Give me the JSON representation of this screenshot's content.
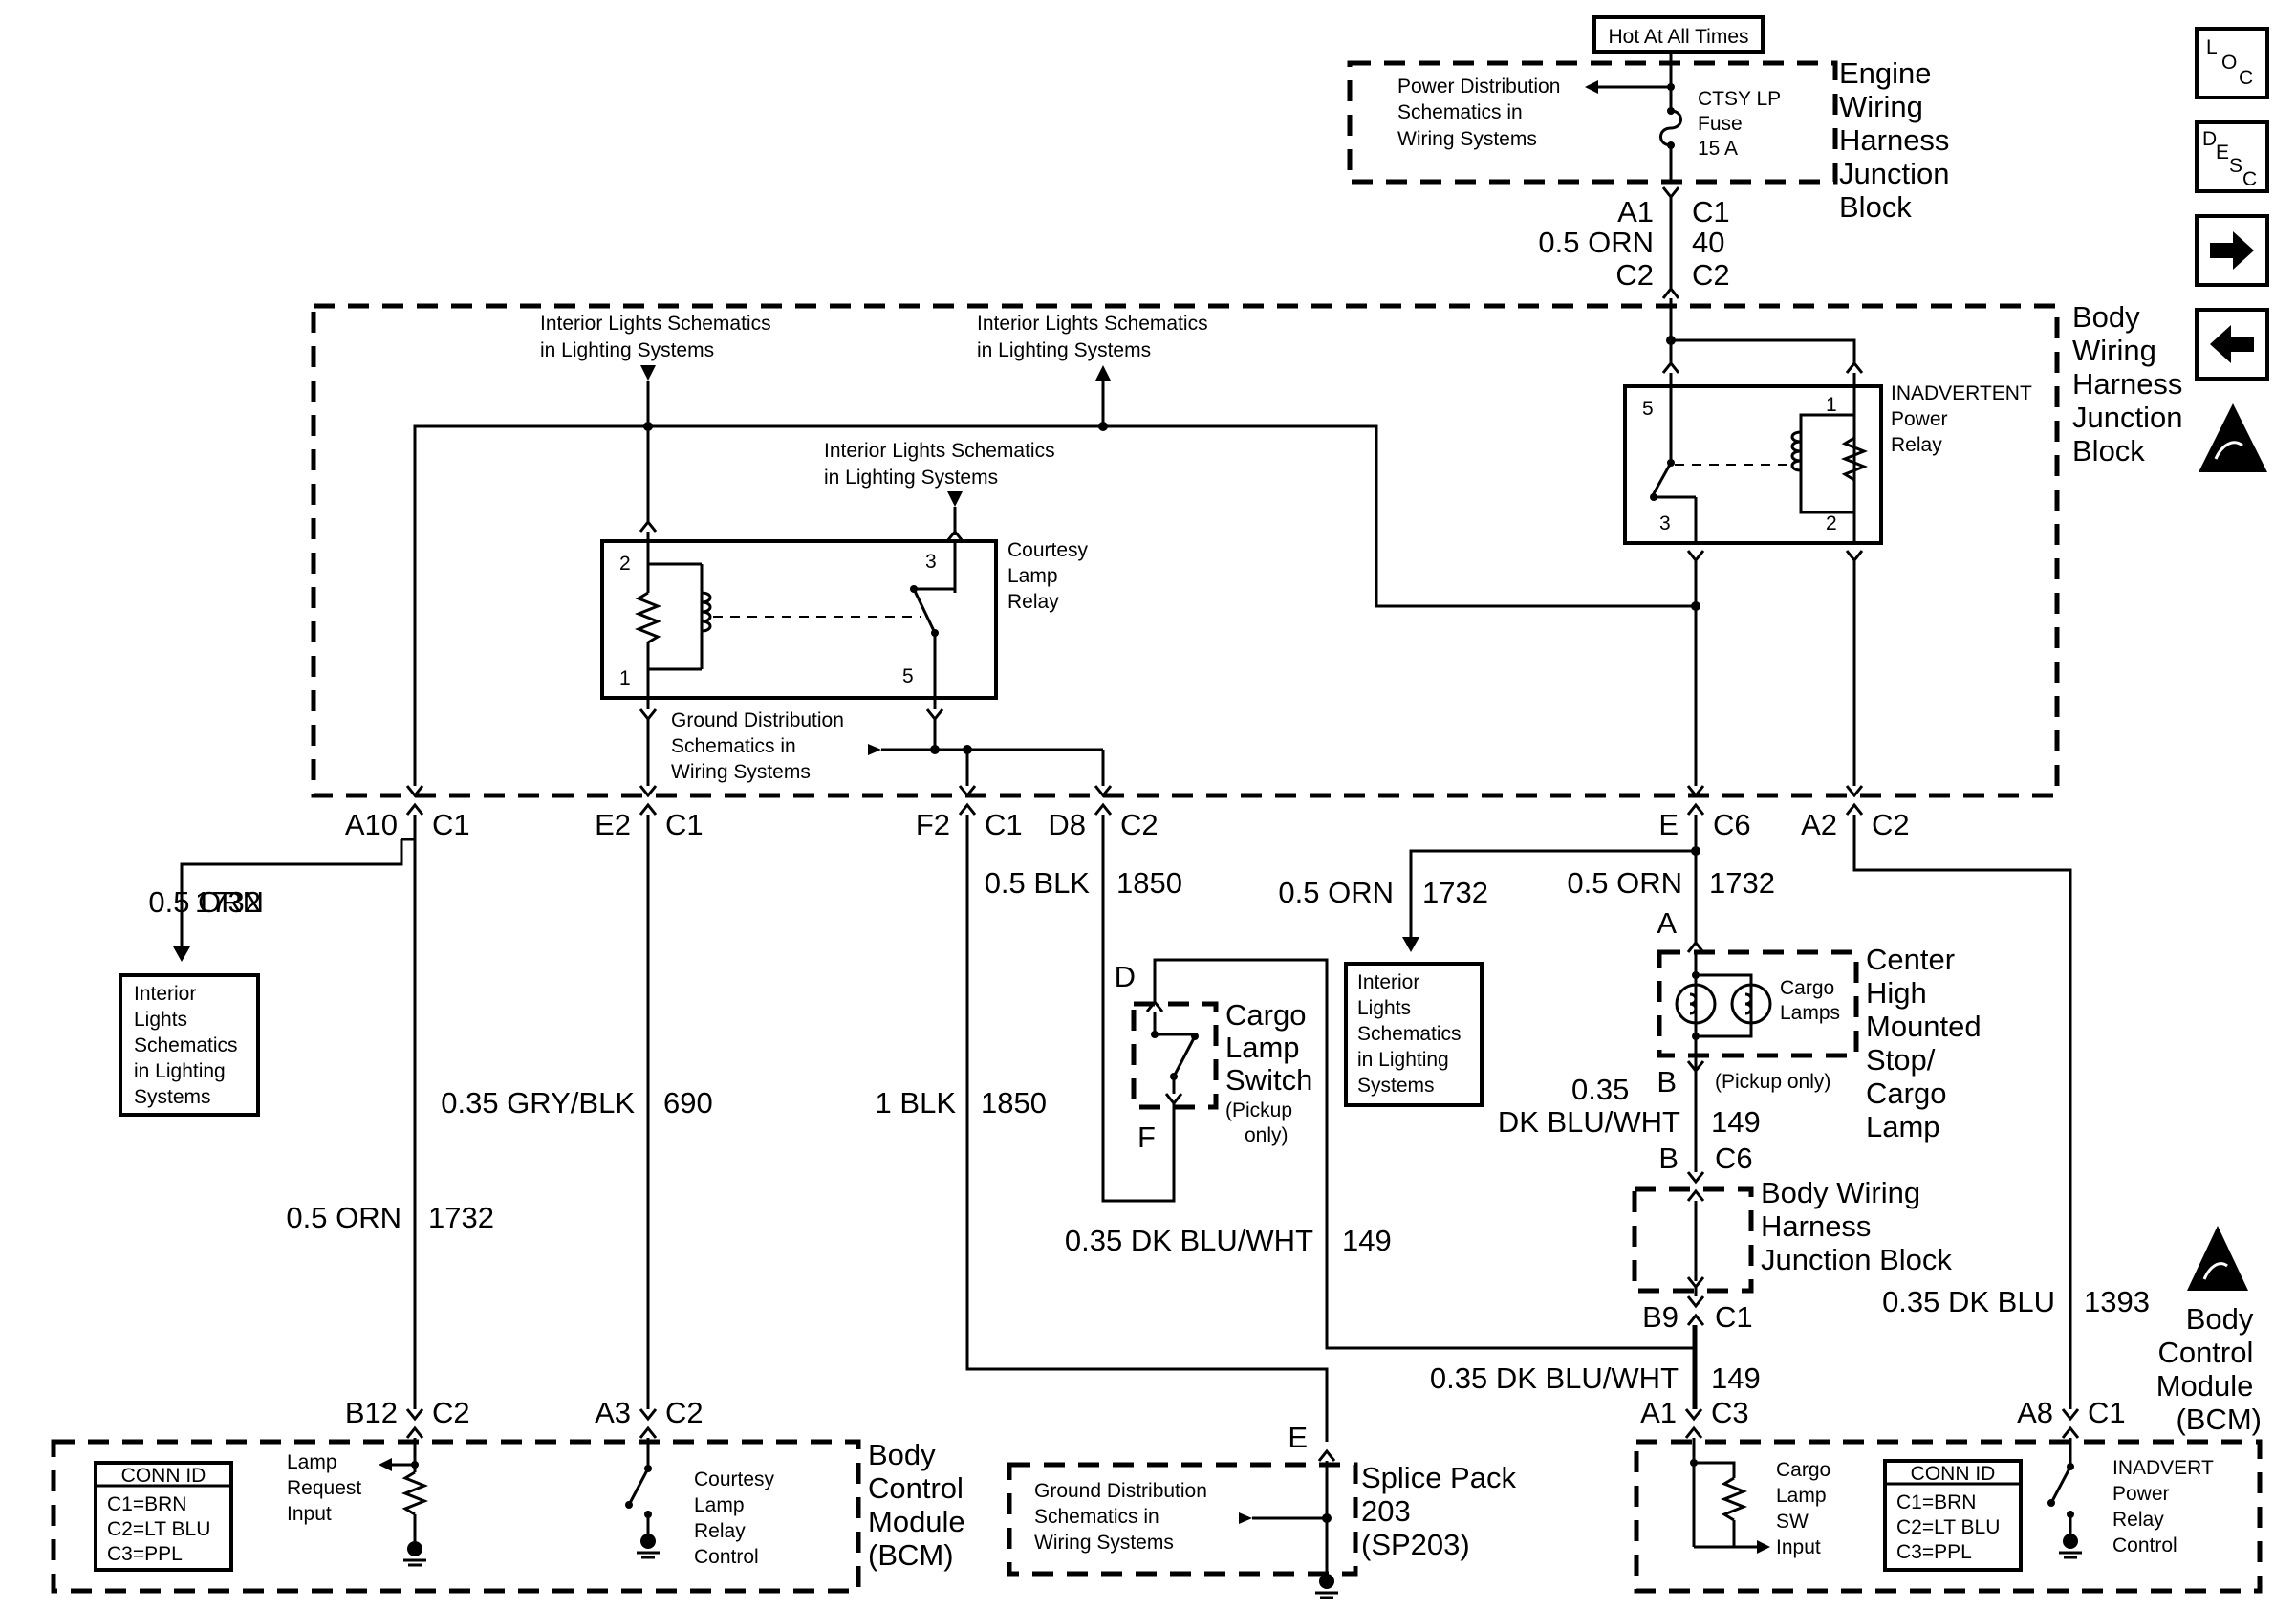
{
  "hot_label": "Hot At All Times",
  "fuse": {
    "line1": "CTSY LP",
    "line2": "Fuse",
    "line3": "15 A"
  },
  "ewhjb": {
    "ref": [
      "Power Distribution",
      "Schematics in",
      "Wiring Systems"
    ],
    "label": [
      "Engine",
      "Wiring",
      "Harness",
      "Junction",
      "Block"
    ]
  },
  "top_conn": {
    "a1": "A1",
    "c1": "C1",
    "wire": "0.5 ORN",
    "circuit": "40",
    "c2a": "C2",
    "c2b": "C2"
  },
  "bwhjb": {
    "label": [
      "Body",
      "Wiring",
      "Harness",
      "Junction",
      "Block"
    ],
    "ref1": [
      "Interior Lights Schematics",
      "in Lighting Systems"
    ],
    "ref2": [
      "Interior Lights Schematics",
      "in Lighting Systems"
    ],
    "ref3": [
      "Interior Lights Schematics",
      "in Lighting Systems"
    ],
    "ground_ref": [
      "Ground Distribution",
      "Schematics in",
      "Wiring Systems"
    ]
  },
  "courtesy_relay": {
    "label": [
      "Courtesy",
      "Lamp",
      "Relay"
    ],
    "pins": [
      "2",
      "1",
      "3",
      "5"
    ]
  },
  "inadvertent_relay": {
    "label": [
      "INADVERTENT",
      "Power",
      "Relay"
    ],
    "pins": [
      "5",
      "1",
      "3",
      "2"
    ]
  },
  "connectors": [
    {
      "pin": "A10",
      "conn": "C1"
    },
    {
      "pin": "E2",
      "conn": "C1"
    },
    {
      "pin": "F2",
      "conn": "C1"
    },
    {
      "pin": "D8",
      "conn": "C2"
    },
    {
      "pin": "E",
      "conn": "C6"
    },
    {
      "pin": "A2",
      "conn": "C2"
    }
  ],
  "wires": {
    "w1_wire": "0.5 ORN",
    "w1_circ": "1732",
    "w2_wire": "0.5 BLK",
    "w2_circ": "1850",
    "w3_wire": "0.5 ORN",
    "w3_circ": "1732",
    "w4_wire": "0.5 ORN",
    "w4_circ": "1732",
    "w5_wire": "0.35 GRY/BLK",
    "w5_circ": "690",
    "w6_wire": "1 BLK",
    "w6_circ": "1850",
    "w7_wire": "0.5 ORN",
    "w7_circ": "1732",
    "w8_wire1": "0.35",
    "w8_wire2": "DK BLU/WHT",
    "w8_circ": "149",
    "w9_wire": "0.35 DK BLU/WHT",
    "w9_circ": "149",
    "w10_wire": "0.35 DK BLU",
    "w10_circ": "1393",
    "w11_wire": "0.35 DK BLU/WHT",
    "w11_circ": "149"
  },
  "ref_boxes": {
    "left": [
      "Interior",
      "Lights",
      "Schematics",
      "in Lighting",
      "Systems"
    ],
    "mid": [
      "Interior",
      "Lights",
      "Schematics",
      "in Lighting",
      "Systems"
    ]
  },
  "cargo_switch": {
    "label": [
      "Cargo",
      "Lamp",
      "Switch"
    ],
    "note": [
      "(Pickup",
      "only)"
    ],
    "pin_d": "D",
    "pin_f": "F"
  },
  "chmsl": {
    "pin_a": "A",
    "pin_b": "B",
    "lamps": [
      "Cargo",
      "Lamps"
    ],
    "label": [
      "Center",
      "High",
      "Mounted",
      "Stop/",
      "Cargo",
      "Lamp"
    ],
    "note": "(Pickup only)"
  },
  "bwhjb2": {
    "pin_b": "B",
    "conn_c6": "C6",
    "label": [
      "Body Wiring",
      "Harness",
      "Junction Block"
    ],
    "pin_b9": "B9",
    "conn_c1": "C1"
  },
  "bcm_left": {
    "pin1": "B12",
    "conn1": "C2",
    "pin2": "A3",
    "conn2": "C2",
    "conn_id": {
      "title": "CONN ID",
      "rows": [
        "C1=BRN",
        "C2=LT BLU",
        "C3=PPL"
      ]
    },
    "input1": [
      "Lamp",
      "Request",
      "Input"
    ],
    "input2": [
      "Courtesy",
      "Lamp",
      "Relay",
      "Control"
    ],
    "label": [
      "Body",
      "Control",
      "Module",
      "(BCM)"
    ]
  },
  "splice": {
    "pin": "E",
    "ref": [
      "Ground Distribution",
      "Schematics in",
      "Wiring Systems"
    ],
    "label": [
      "Splice Pack",
      "203",
      "(SP203)"
    ]
  },
  "bcm_right": {
    "pin1": "A1",
    "conn1": "C3",
    "pin2": "A8",
    "conn2": "C1",
    "input1": [
      "Cargo",
      "Lamp",
      "SW",
      "Input"
    ],
    "conn_id": {
      "title": "CONN ID",
      "rows": [
        "C1=BRN",
        "C2=LT BLU",
        "C3=PPL"
      ]
    },
    "input2": [
      "INADVERT",
      "Power",
      "Relay",
      "Control"
    ],
    "label": [
      "Body",
      "Control",
      "Module",
      "(BCM)"
    ]
  },
  "side_icons": {
    "loc": [
      "L",
      "O",
      "C"
    ],
    "desc": [
      "D",
      "E",
      "S",
      "C"
    ],
    "next": "right-arrow-icon",
    "prev": "left-arrow-icon",
    "esd": "esd-warning-icon"
  }
}
